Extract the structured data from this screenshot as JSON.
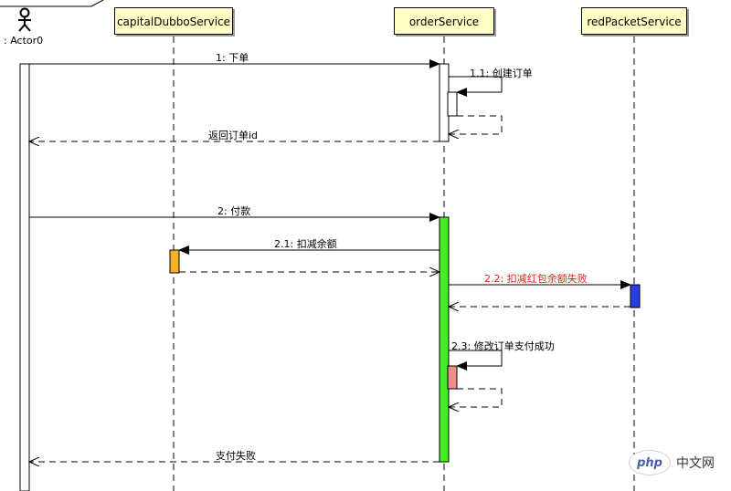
{
  "participants": {
    "actor": ": Actor0",
    "capital": "capitalDubboService",
    "order": "orderService",
    "red": "redPacketService"
  },
  "messages": {
    "m1": "1: 下单",
    "m11": "1.1: 创建订单",
    "r1": "返回订单id",
    "m2": "2: 付款",
    "m21": "2.1: 扣减余额",
    "m22": "2.2: 扣减红包余额失败",
    "m23": "2.3: 修改订单支付成功",
    "r2": "支付失败"
  },
  "colors": {
    "payment_activation": "#44ee22",
    "capital_activation": "#f5b125",
    "red_activation": "#2a3ee6",
    "self_call_activation": "#f08c8c",
    "error_text": "#e0251b",
    "box_fill": "#ffffc6"
  },
  "watermark": {
    "logo": "php",
    "text": "中文网"
  }
}
